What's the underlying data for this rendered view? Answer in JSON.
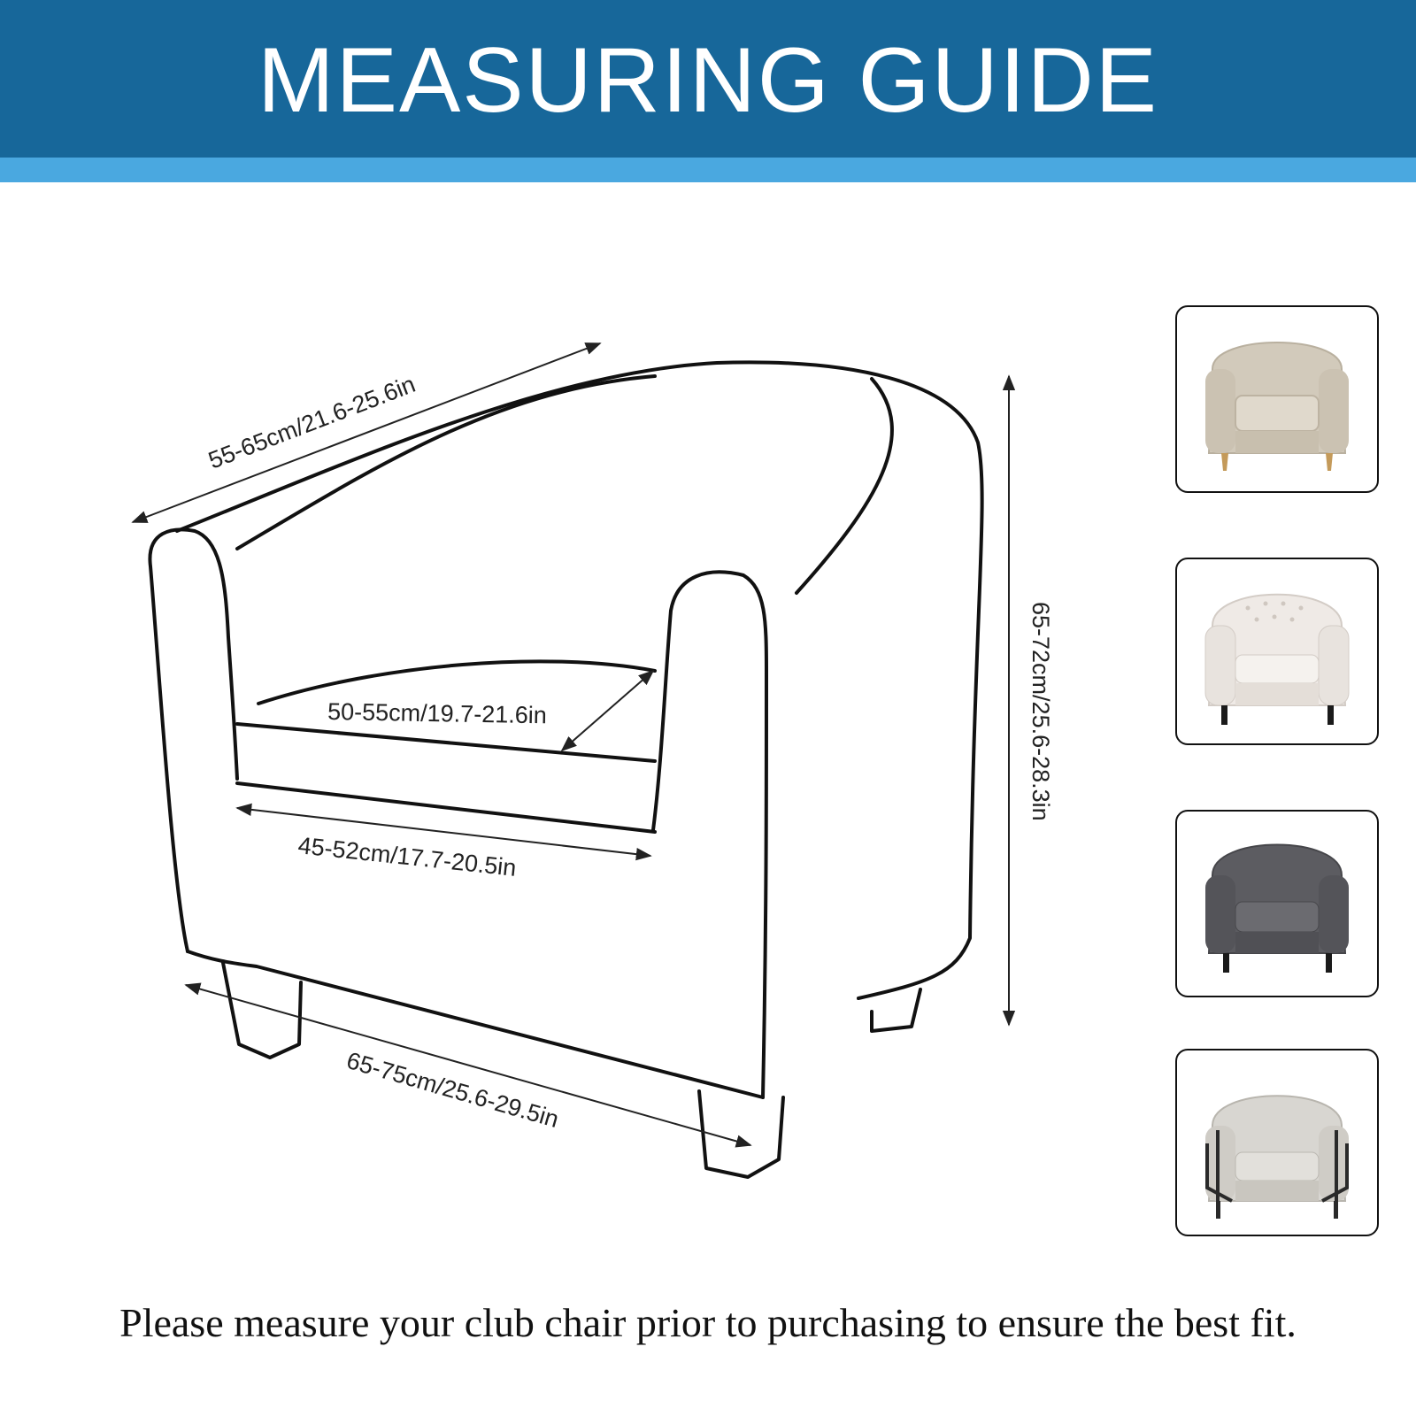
{
  "header": {
    "title": "MEASURING GUIDE",
    "bg_color": "#17679a",
    "stripe_color": "#4aa8e0"
  },
  "dimensions": {
    "back_width": "55-65cm/21.6-25.6in",
    "seat_depth": "50-55cm/19.7-21.6in",
    "seat_width": "45-52cm/17.7-20.5in",
    "overall_width": "65-75cm/25.6-29.5in",
    "height": "65-72cm/25.6-28.3in"
  },
  "examples": [
    {
      "icon": "beige-tub-chair-icon",
      "color": "#cfc6b6",
      "legs": "wood"
    },
    {
      "icon": "white-tufted-tub-chair-icon",
      "color": "#ece7e3",
      "legs": "black"
    },
    {
      "icon": "grey-tub-chair-icon",
      "color": "#5a5a5e",
      "legs": "black"
    },
    {
      "icon": "marble-tub-chair-icon",
      "color": "#d6d4cf",
      "legs": "metal-frame"
    }
  ],
  "caption": "Please measure your club chair prior to purchasing to ensure the best fit."
}
